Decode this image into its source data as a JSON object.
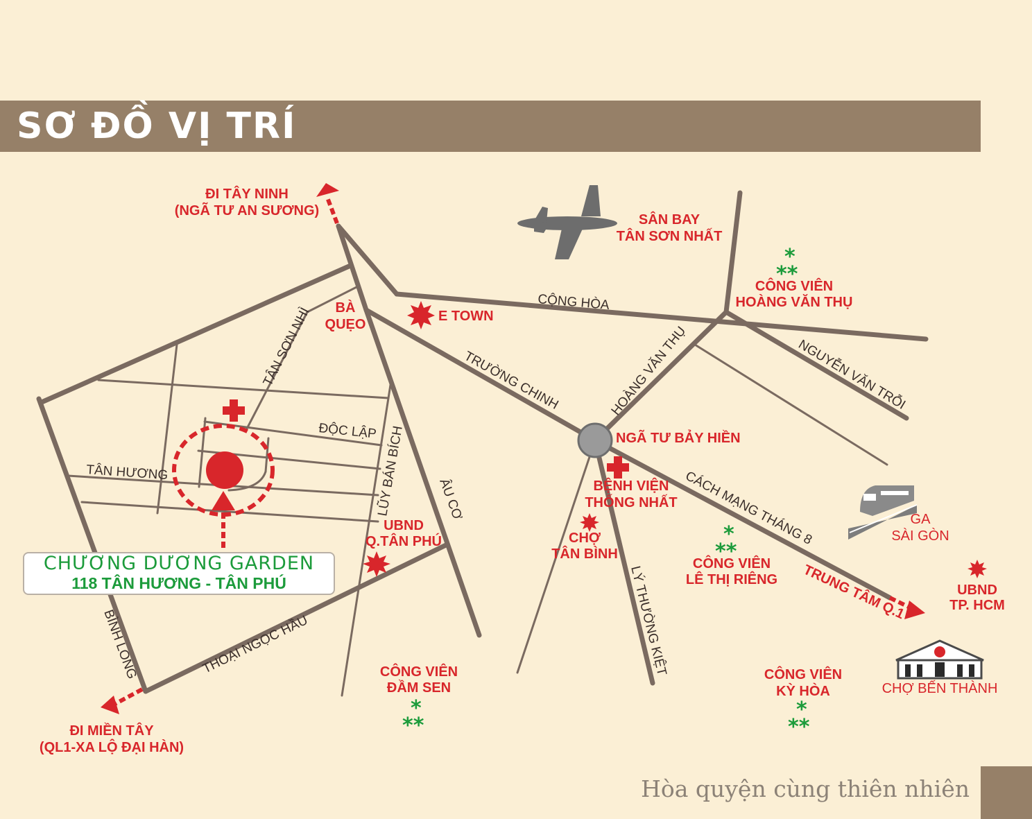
{
  "header": {
    "title": "SƠ ĐỒ VỊ TRÍ"
  },
  "footer": {
    "tagline": "Hòa quyện cùng thiên nhiên"
  },
  "project": {
    "name": "CHƯƠNG DƯƠNG GARDEN",
    "address": "118 TÂN HƯƠNG - TÂN PHÚ"
  },
  "directions": {
    "tay_ninh": [
      "ĐI TÂY NINH",
      "(NGÃ TƯ AN SƯƠNG)"
    ],
    "mien_tay": [
      "ĐI MIỀN TÂY",
      "(QL1-XA LỘ ĐẠI HÀN)"
    ],
    "trung_tam": "TRUNG TÂM Q.1"
  },
  "roads": {
    "cong_hoa": "CỘNG HÒA",
    "truong_chinh": "TRƯỜNG CHINH",
    "hoang_van_thu": "HOÀNG VĂN THỤ",
    "nguyen_van_troi": "NGUYỄN VĂN TRỖI",
    "cach_mang_thang_8": "CÁCH MẠNG THÁNG 8",
    "ly_thuong_kiet": "LÝ THƯỜNG KIỆT",
    "au_co": "ÂU CƠ",
    "luy_ban_bich": "LŨY BÁN BÍCH",
    "doc_lap": "ĐỘC LẬP",
    "tan_huong": "TÂN HƯƠNG",
    "tan_son_nhi": "TÂN SƠN NHÌ",
    "thoai_ngoc_hau": "THOẠI NGỌC HẦU",
    "binh_long": "BÌNH LONG"
  },
  "places": {
    "san_bay": [
      "SÂN BAY",
      "TÂN SƠN NHẤT"
    ],
    "ba_queo": [
      "BÀ",
      "QUẸO"
    ],
    "e_town": "E TOWN",
    "cv_hoang_van_thu": [
      "CÔNG VIÊN",
      "HOÀNG VĂN THỤ"
    ],
    "nga_tu_bay_hien": "NGÃ TƯ BẢY HIỀN",
    "benh_vien": [
      "BỆNH VIỆN",
      "THỐNG NHẤT"
    ],
    "cho_tan_binh": [
      "CHỢ",
      "TÂN BÌNH"
    ],
    "ubnd_tan_phu": [
      "UBND",
      "Q.TÂN PHÚ"
    ],
    "cv_le_thi_rieng": [
      "CÔNG VIÊN",
      "LÊ THỊ RIÊNG"
    ],
    "ga_sai_gon": [
      "GA",
      "SÀI GÒN"
    ],
    "ubnd_hcm": [
      "UBND",
      "TP. HCM"
    ],
    "cv_dam_sen": [
      "CÔNG VIÊN",
      "ĐẦM SEN"
    ],
    "cv_ky_hoa": [
      "CÔNG VIÊN",
      "KỲ HÒA"
    ],
    "cho_ben_thanh": "CHỢ BẾN THÀNH"
  },
  "colors": {
    "accent_red": "#d8262b",
    "park_green": "#1c9b3b",
    "road": "#7a6a60",
    "band": "#968068",
    "background": "#fbefd5"
  },
  "icons": [
    "airplane-icon",
    "train-icon",
    "market-icon",
    "hospital-cross-icon",
    "landmark-star-icon",
    "park-trees-icon",
    "roundabout-icon",
    "location-pin-icon"
  ]
}
